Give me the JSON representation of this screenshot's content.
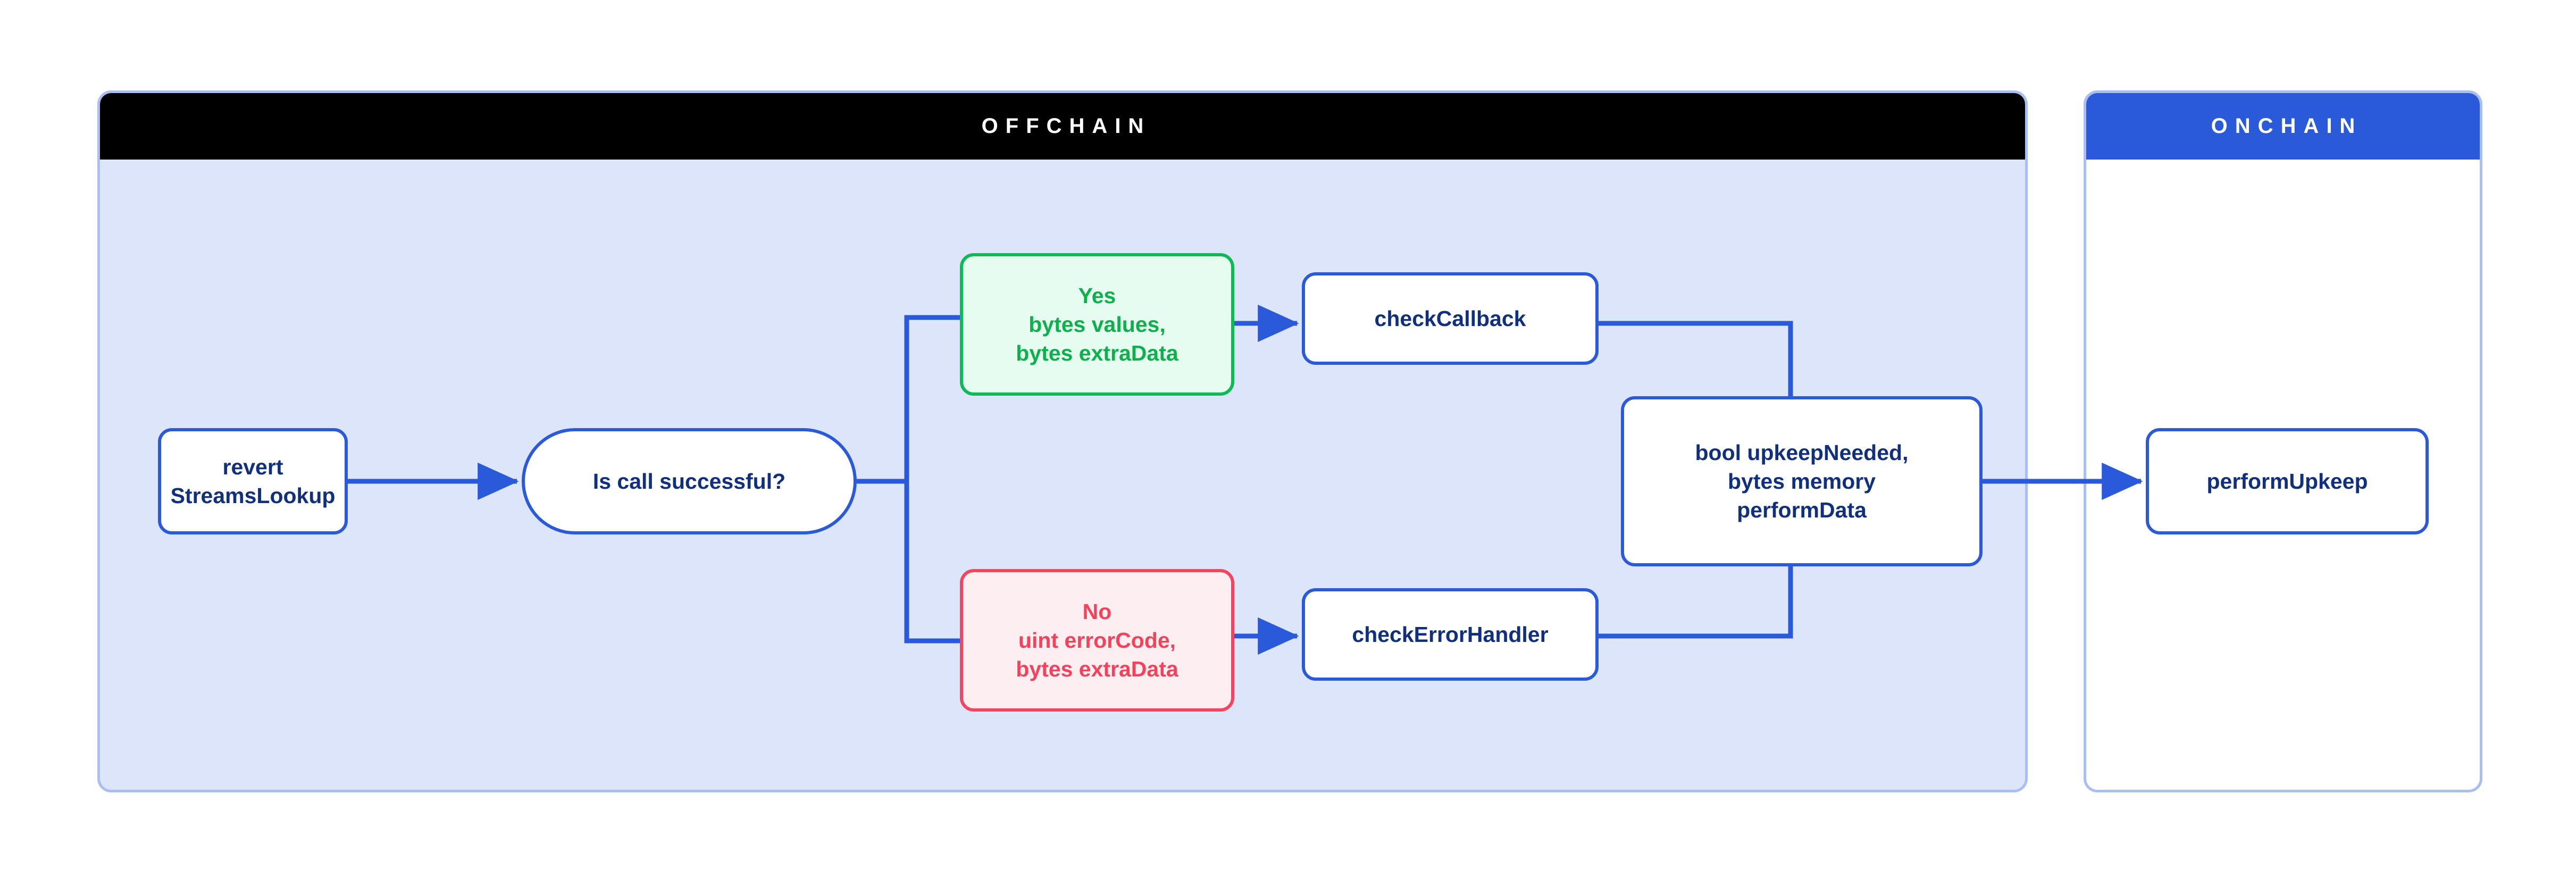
{
  "diagram": {
    "title_offchain": "OFFCHAIN",
    "title_onchain": "ONCHAIN",
    "colors": {
      "offchain_header_bg": "#000000",
      "onchain_header_bg": "#2a5ada",
      "offchain_panel_bg": "#dce5fa",
      "panel_border": "#a9bef5",
      "node_border_blue": "#2a5ada",
      "node_text_navy": "#10307e",
      "success_green": "#0cb14b",
      "success_green_bg": "#e6fcf0",
      "error_red": "#f5425a",
      "error_red_bg": "#fdeff1",
      "connector_blue": "#2a5ada"
    },
    "nodes": [
      {
        "id": "revert",
        "label": "revert\nStreamsLookup",
        "shape": "rounded-rect",
        "panel": "offchain"
      },
      {
        "id": "decision",
        "label": "Is call successful?",
        "shape": "pill",
        "panel": "offchain"
      },
      {
        "id": "yes",
        "label": "Yes\nbytes values,\nbytes extraData",
        "shape": "rounded-rect",
        "panel": "offchain"
      },
      {
        "id": "no",
        "label": "No\nuint errorCode,\nbytes extraData",
        "shape": "rounded-rect",
        "panel": "offchain"
      },
      {
        "id": "checkcallback",
        "label": "checkCallback",
        "shape": "rounded-rect",
        "panel": "offchain"
      },
      {
        "id": "checkerror",
        "label": "checkErrorHandler",
        "shape": "rounded-rect",
        "panel": "offchain"
      },
      {
        "id": "upkeepneeded",
        "label": "bool upkeepNeeded,\nbytes memory\nperformData",
        "shape": "rounded-rect",
        "panel": "offchain"
      },
      {
        "id": "performupkeep",
        "label": "performUpkeep",
        "shape": "rounded-rect",
        "panel": "onchain"
      }
    ],
    "node_text": {
      "revert_line1": "revert",
      "revert_line2": "StreamsLookup",
      "decision": "Is call successful?",
      "yes_line1": "Yes",
      "yes_line2": "bytes values,",
      "yes_line3": "bytes extraData",
      "no_line1": "No",
      "no_line2": "uint errorCode,",
      "no_line3": "bytes extraData",
      "checkcallback": "checkCallback",
      "checkerror": "checkErrorHandler",
      "upkeep_line1": "bool upkeepNeeded,",
      "upkeep_line2": "bytes memory",
      "upkeep_line3": "performData",
      "performupkeep": "performUpkeep"
    },
    "edges": [
      {
        "from": "revert",
        "to": "decision",
        "arrow": true
      },
      {
        "from": "decision",
        "to": "yes",
        "arrow": false
      },
      {
        "from": "decision",
        "to": "no",
        "arrow": false
      },
      {
        "from": "yes",
        "to": "checkcallback",
        "arrow": true
      },
      {
        "from": "no",
        "to": "checkerror",
        "arrow": true
      },
      {
        "from": "checkcallback",
        "to": "upkeepneeded",
        "arrow": false
      },
      {
        "from": "checkerror",
        "to": "upkeepneeded",
        "arrow": false
      },
      {
        "from": "upkeepneeded",
        "to": "performupkeep",
        "arrow": true
      }
    ]
  }
}
